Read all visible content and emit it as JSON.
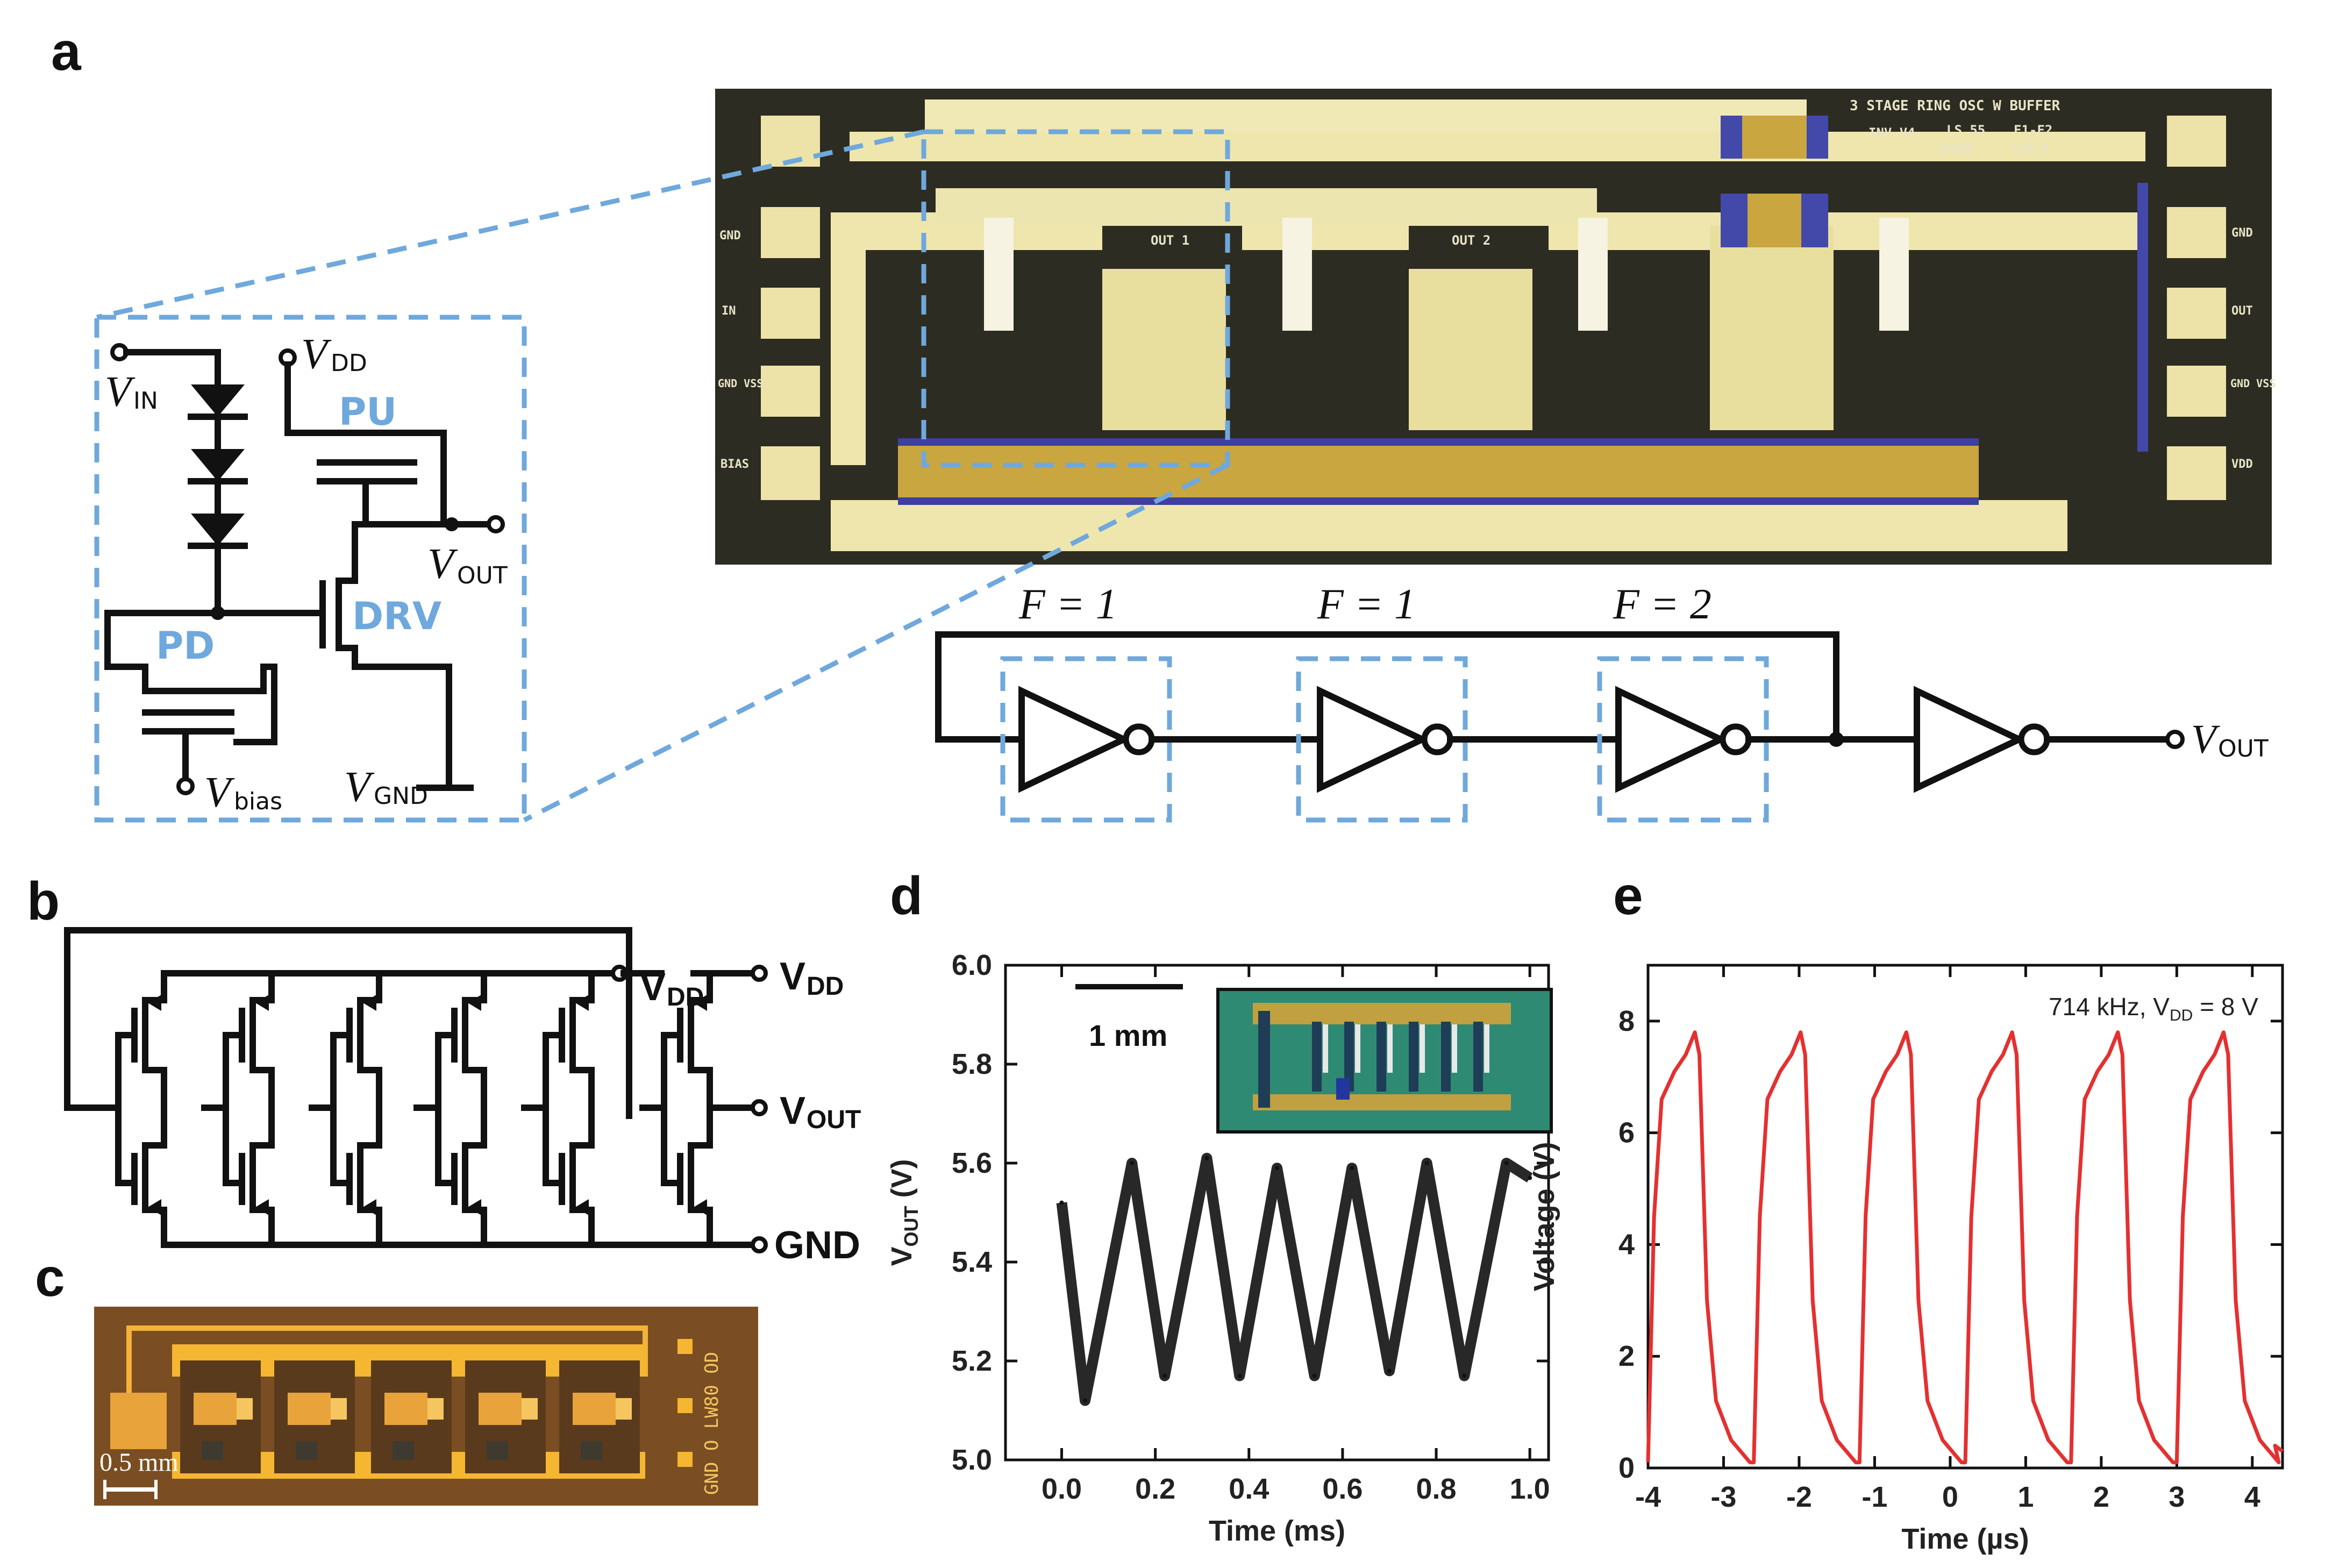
{
  "panels": {
    "a": {
      "label": "a",
      "chip_text": {
        "title": "3 STAGE RING OSC W BUFFER",
        "line2a": "INV V4",
        "line2b": "LS 55",
        "line2c": "F1-F2",
        "line3a": "W100",
        "line3b": "LS3 5",
        "left_pads": [
          "GND",
          "IN",
          "GND VSS",
          "BIAS"
        ],
        "right_pads": [
          "GND",
          "OUT",
          "GND VSS",
          "VDD"
        ],
        "out1": "OUT 1",
        "out2": "OUT 2"
      },
      "schematic": {
        "vin": "V",
        "vin_sub": "IN",
        "vdd": "V",
        "vdd_sub": "DD",
        "vout": "V",
        "vout_sub": "OUT",
        "vbias": "V",
        "vbias_sub": "bias",
        "vgnd": "V",
        "vgnd_sub": "GND",
        "pu": "PU",
        "pd": "PD",
        "drv": "DRV"
      },
      "ring": {
        "f_labels": [
          "F = 1",
          "F = 1",
          "F = 2"
        ],
        "vout": "V",
        "vout_sub": "OUT"
      }
    },
    "b": {
      "label": "b",
      "vdd_inner": "V",
      "vdd_inner_sub": "DD",
      "vdd": "V",
      "vdd_sub": "DD",
      "vout": "V",
      "vout_sub": "OUT",
      "gnd": "GND"
    },
    "c": {
      "label": "c",
      "scale": "0.5 mm",
      "chip_side_text": "GND O LW80 OD"
    },
    "d": {
      "label": "d",
      "scale": "1 mm"
    },
    "e": {
      "label": "e",
      "annotation": "714 kHz, V",
      "annotation_sub": "DD",
      "annotation_tail": " = 8 V"
    }
  },
  "chart_data": [
    {
      "panel": "d",
      "type": "line",
      "xlabel": "Time (ms)",
      "ylabel": "V",
      "ylabel_sub": "OUT",
      "ylabel_tail": " (V)",
      "xlim": [
        -0.12,
        1.04
      ],
      "ylim": [
        5.0,
        6.0
      ],
      "xticks": [
        0.0,
        0.2,
        0.4,
        0.6,
        0.8,
        1.0
      ],
      "xtick_labels": [
        "0.0",
        "0.2",
        "0.4",
        "0.6",
        "0.8",
        "1.0"
      ],
      "yticks": [
        5.0,
        5.2,
        5.4,
        5.6,
        5.8,
        6.0
      ],
      "ytick_labels": [
        "5.0",
        "5.2",
        "5.4",
        "5.6",
        "5.8",
        "6.0"
      ],
      "color": "#111111",
      "x": [
        0.0,
        0.05,
        0.15,
        0.22,
        0.31,
        0.38,
        0.46,
        0.54,
        0.62,
        0.7,
        0.78,
        0.86,
        0.95,
        1.0
      ],
      "y": [
        5.52,
        5.12,
        5.6,
        5.17,
        5.61,
        5.17,
        5.59,
        5.17,
        5.59,
        5.18,
        5.6,
        5.17,
        5.6,
        5.57
      ]
    },
    {
      "panel": "e",
      "type": "line",
      "xlabel": "Time (µs)",
      "ylabel": "Voltage (V)",
      "xlim": [
        -4,
        4.4
      ],
      "ylim": [
        0,
        9
      ],
      "xticks": [
        -4,
        -3,
        -2,
        -1,
        0,
        1,
        2,
        3,
        4
      ],
      "xtick_labels": [
        "-4",
        "-3",
        "-2",
        "-1",
        "0",
        "1",
        "2",
        "3",
        "4"
      ],
      "yticks": [
        0,
        2,
        4,
        6,
        8
      ],
      "ytick_labels": [
        "0",
        "2",
        "4",
        "6",
        "8"
      ],
      "color": "#e53030",
      "period": 1.4,
      "rise_times": [
        -4.0,
        -2.6,
        -1.2,
        0.2,
        1.6,
        3.0
      ],
      "peak": 7.8,
      "base": 0.1
    }
  ]
}
